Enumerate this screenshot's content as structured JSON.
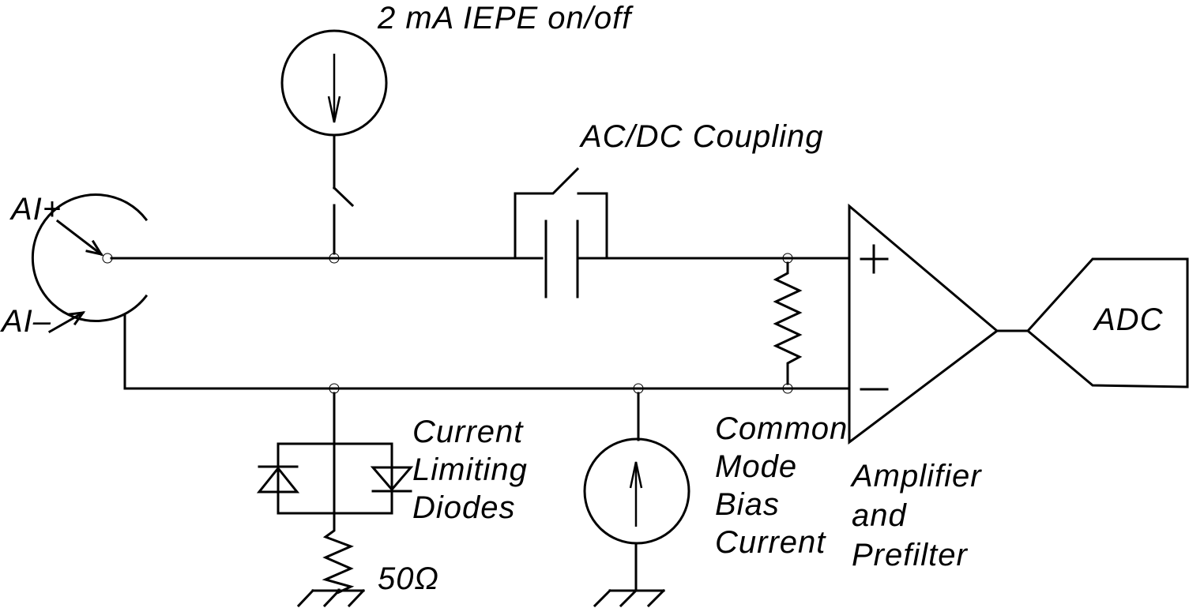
{
  "diagram": {
    "title": "IEPE analog input channel schematic",
    "labels": {
      "iepe_source": "2 mA IEPE on/off",
      "coupling": "AC/DC Coupling",
      "ai_plus": "AI+",
      "ai_minus": "AI–",
      "diodes": [
        "Current",
        "Limiting",
        "Diodes"
      ],
      "resistor_value": "50Ω",
      "bias_current": [
        "Common",
        "Mode",
        "Bias",
        "Current"
      ],
      "amplifier": [
        "Amplifier",
        "and",
        "Prefilter"
      ],
      "amp_plus": "+",
      "amp_minus": "–",
      "adc": "ADC"
    },
    "components": [
      {
        "id": "bnc-connector",
        "type": "coax connector",
        "pins": [
          "AI+",
          "AI–"
        ]
      },
      {
        "id": "iepe-current-source",
        "type": "current source",
        "value": "2 mA",
        "direction": "down",
        "switched": true
      },
      {
        "id": "iepe-switch",
        "type": "switch",
        "state": "open"
      },
      {
        "id": "coupling-capacitor",
        "type": "capacitor"
      },
      {
        "id": "coupling-switch",
        "type": "switch",
        "state": "open",
        "function": "AC/DC bypass"
      },
      {
        "id": "input-bias-resistor",
        "type": "resistor"
      },
      {
        "id": "limiting-diodes",
        "type": "anti-parallel diodes"
      },
      {
        "id": "ground-resistor",
        "type": "resistor",
        "value": "50Ω"
      },
      {
        "id": "bias-current-source",
        "type": "current source",
        "direction": "up"
      },
      {
        "id": "amplifier",
        "type": "differential amplifier"
      },
      {
        "id": "adc",
        "type": "ADC"
      }
    ],
    "colors": {
      "stroke": "#000000",
      "background": "#ffffff"
    }
  }
}
